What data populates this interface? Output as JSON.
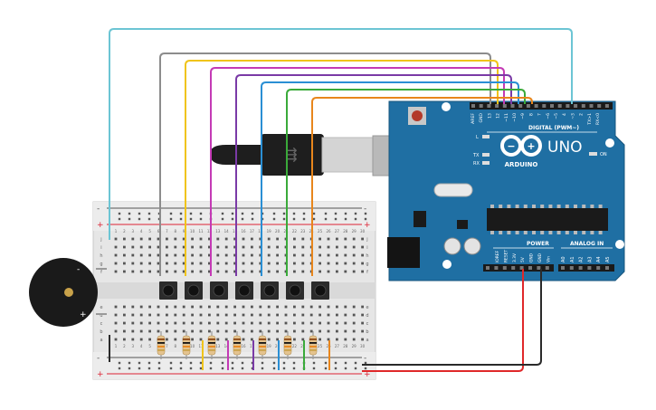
{
  "arduino": {
    "brand": "ARDUINO",
    "model": "UNO",
    "digital_label": "DIGITAL (PWM~)",
    "power_label": "POWER",
    "analog_label": "ANALOG IN",
    "on_label": "ON",
    "l_label": "L",
    "tx_label": "TX",
    "rx_label": "RX",
    "top_pin_labels": [
      "AREF",
      "GND",
      "13",
      "12",
      "~11",
      "~10",
      "~9",
      "8",
      "7",
      "~6",
      "~5",
      "4",
      "~3",
      "2",
      "TX>1",
      "RX<0"
    ],
    "power_pin_labels": [
      "IOREF",
      "RESET",
      "3.3V",
      "5V",
      "GND",
      "GND",
      "Vin"
    ],
    "analog_pin_labels": [
      "A0",
      "A1",
      "A2",
      "A3",
      "A4",
      "A5"
    ]
  },
  "breadboard": {
    "column_numbers": [
      "1",
      "2",
      "3",
      "4",
      "5",
      "6",
      "7",
      "8",
      "9",
      "10",
      "11",
      "12",
      "13",
      "14",
      "15",
      "16",
      "17",
      "18",
      "19",
      "20",
      "21",
      "22",
      "23",
      "24",
      "25",
      "26",
      "27",
      "28",
      "29",
      "30"
    ],
    "row_letters_top": [
      "j",
      "i",
      "h",
      "g",
      "f"
    ],
    "row_letters_bottom": [
      "e",
      "d",
      "c",
      "b",
      "a"
    ],
    "rail_plus": "+",
    "rail_minus": "-"
  },
  "buzzer": {
    "plus": "+",
    "minus": "-"
  },
  "colors": {
    "wire_cyan": "#6cc5d4",
    "wire_gray": "#8c8c8c",
    "wire_yellow": "#f0c419",
    "wire_magenta": "#c43ab5",
    "wire_purple": "#7a3aa6",
    "wire_blue": "#2a8fd4",
    "wire_green": "#3aaa3a",
    "wire_orange": "#e8861c",
    "wire_red": "#e0282a",
    "wire_black": "#2a2a2a",
    "board_blue": "#1f6fa3"
  }
}
